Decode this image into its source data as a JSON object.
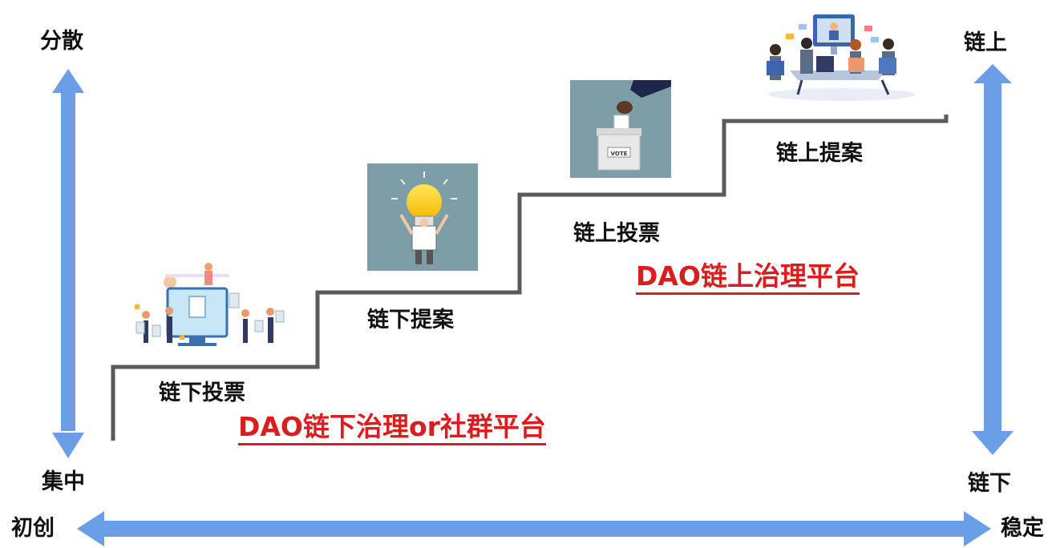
{
  "axes": {
    "left_top": "分散",
    "left_bottom": "集中",
    "right_top": "链上",
    "right_bottom": "链下",
    "bottom_left": "初创",
    "bottom_right": "稳定"
  },
  "steps": [
    {
      "label": "链下投票"
    },
    {
      "label": "链下提案"
    },
    {
      "label": "链上投票"
    },
    {
      "label": "链上提案"
    }
  ],
  "platforms": {
    "offchain": "DAO链下治理or社群平台",
    "onchain": "DAO链上治理平台"
  },
  "colors": {
    "arrow": "#6a9ee6",
    "stair": "#5a5a5a",
    "platform_text": "#d81e1e",
    "picture_bg": "#7d9ea7"
  },
  "ballot_box_text": "VOTE"
}
